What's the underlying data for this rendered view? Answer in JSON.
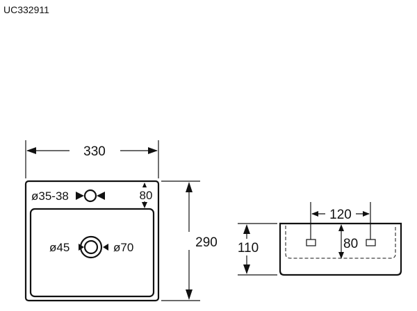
{
  "product_code": "UC332911",
  "top_view": {
    "width_label": "330",
    "depth_label": "290",
    "tap_hole_label": "ø35-38",
    "tap_offset_label": "80",
    "drain_inner_label": "ø45",
    "drain_outer_label": "ø70"
  },
  "side_view": {
    "height_label": "110",
    "bracket_spacing_label": "120",
    "bracket_height_label": "80"
  }
}
